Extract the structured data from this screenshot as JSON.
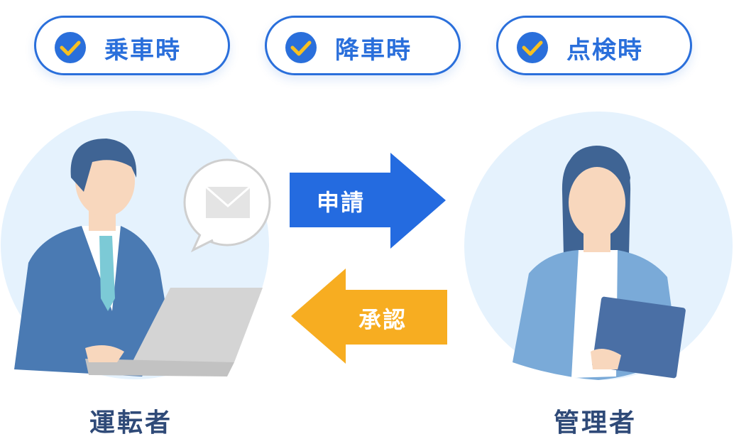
{
  "timings": [
    {
      "label": "乗車時"
    },
    {
      "label": "降車時"
    },
    {
      "label": "点検時"
    }
  ],
  "flow": {
    "request_label": "申請",
    "approval_label": "承認"
  },
  "roles": {
    "driver": "運転者",
    "manager": "管理者"
  },
  "colors": {
    "primary": "#2a6fdb",
    "accent": "#f7ad21",
    "circle_bg": "#e5f2fd",
    "text_dark": "#2f4a78"
  }
}
